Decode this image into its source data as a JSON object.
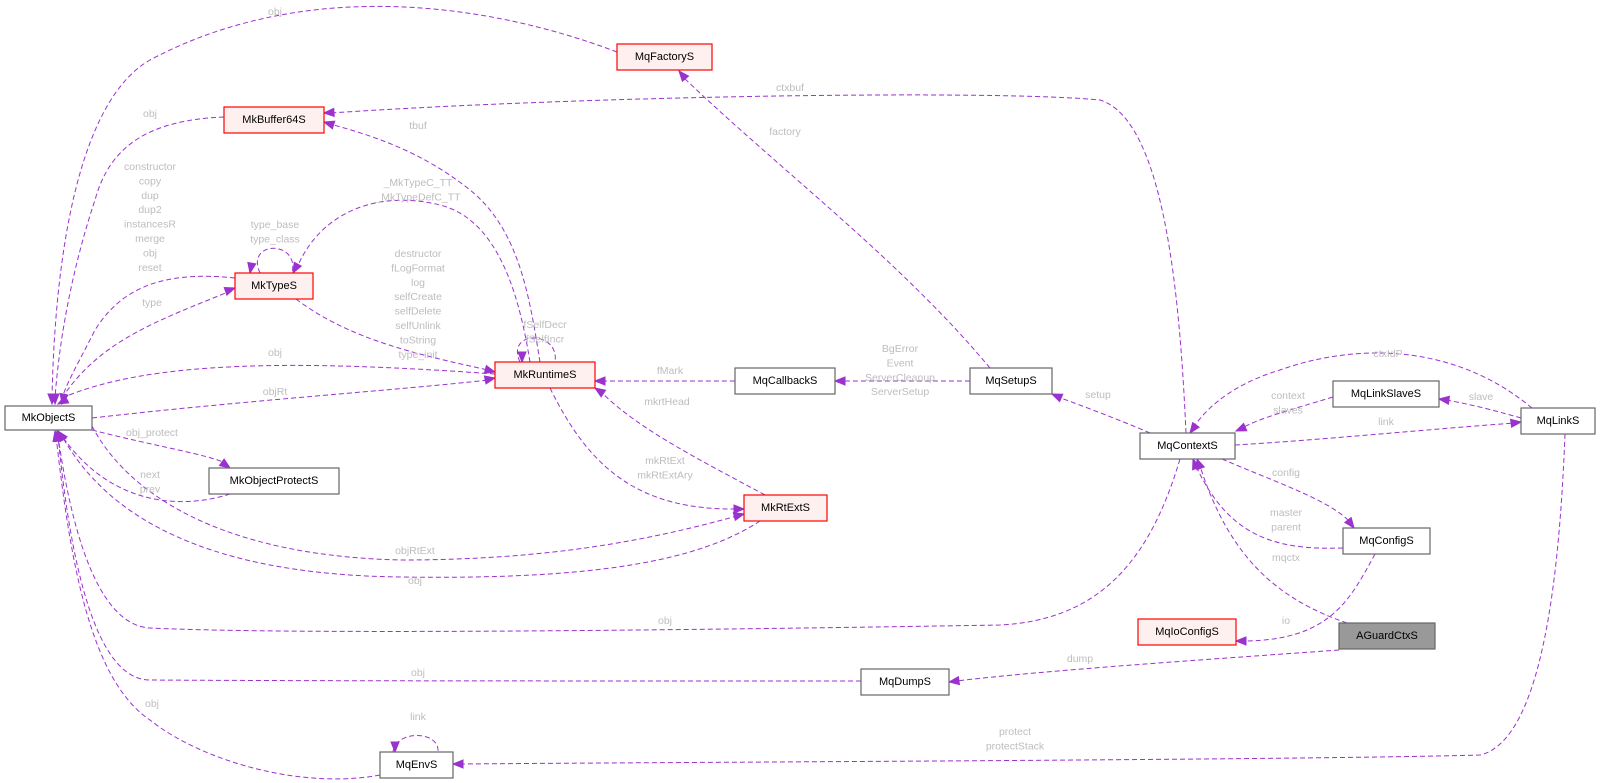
{
  "diagram": {
    "type": "collaboration-graph",
    "colors": {
      "edge": "#9a32cd",
      "edge_label": "#bdbdbd",
      "node_default_fill": "#ffffff",
      "node_default_stroke": "#666666",
      "node_truncated_fill": "#fff0f0",
      "node_truncated_stroke": "#ff0000",
      "node_focus_fill": "#999999",
      "node_focus_stroke": "#666666"
    },
    "nodes": [
      {
        "id": "MkObjectS",
        "label": "MkObjectS",
        "style": "default"
      },
      {
        "id": "MkBuffer64S",
        "label": "MkBuffer64S",
        "style": "truncated"
      },
      {
        "id": "MkTypeS",
        "label": "MkTypeS",
        "style": "truncated"
      },
      {
        "id": "MkRuntimeS",
        "label": "MkRuntimeS",
        "style": "truncated"
      },
      {
        "id": "MkObjectProtectS",
        "label": "MkObjectProtectS",
        "style": "default"
      },
      {
        "id": "MkRtExtS",
        "label": "MkRtExtS",
        "style": "truncated"
      },
      {
        "id": "MqFactoryS",
        "label": "MqFactoryS",
        "style": "truncated"
      },
      {
        "id": "MqCallbackS",
        "label": "MqCallbackS",
        "style": "default"
      },
      {
        "id": "MqSetupS",
        "label": "MqSetupS",
        "style": "default"
      },
      {
        "id": "MqContextS",
        "label": "MqContextS",
        "style": "default"
      },
      {
        "id": "MqLinkSlaveS",
        "label": "MqLinkSlaveS",
        "style": "default"
      },
      {
        "id": "MqLinkS",
        "label": "MqLinkS",
        "style": "default"
      },
      {
        "id": "MqConfigS",
        "label": "MqConfigS",
        "style": "default"
      },
      {
        "id": "MqIoConfigS",
        "label": "MqIoConfigS",
        "style": "truncated"
      },
      {
        "id": "AGuardCtxS",
        "label": "AGuardCtxS",
        "style": "focus"
      },
      {
        "id": "MqDumpS",
        "label": "MqDumpS",
        "style": "default"
      },
      {
        "id": "MqEnvS",
        "label": "MqEnvS",
        "style": "default"
      }
    ],
    "edges": [
      {
        "from": "MqFactoryS",
        "to": "MkObjectS",
        "label": [
          "obj"
        ]
      },
      {
        "from": "MkBuffer64S",
        "to": "MkObjectS",
        "label": [
          "obj"
        ]
      },
      {
        "from": "MkTypeS",
        "to": "MkObjectS",
        "label": [
          "constructor",
          "copy",
          "dup",
          "dup2",
          "instancesR",
          "merge",
          "obj",
          "reset"
        ]
      },
      {
        "from": "MkObjectS",
        "to": "MkTypeS",
        "label": [
          "type"
        ]
      },
      {
        "from": "MkTypeS",
        "to": "MkTypeS",
        "label": [
          "type_base",
          "type_class"
        ]
      },
      {
        "from": "MkRuntimeS",
        "to": "MkObjectS",
        "label": [
          "obj"
        ]
      },
      {
        "from": "MkObjectS",
        "to": "MkRuntimeS",
        "label": [
          "objRt"
        ]
      },
      {
        "from": "MkObjectS",
        "to": "MkObjectProtectS",
        "label": [
          "obj_protect"
        ]
      },
      {
        "from": "MkObjectProtectS",
        "to": "MkObjectS",
        "label": [
          "next",
          "prev"
        ]
      },
      {
        "from": "MkRuntimeS",
        "to": "MkBuffer64S",
        "label": [
          "tbuf"
        ]
      },
      {
        "from": "MkRuntimeS",
        "to": "MkTypeS",
        "label": [
          "_MkTypeC_TT",
          "_MkTypeDefC_TT"
        ]
      },
      {
        "from": "MkTypeS",
        "to": "MkRuntimeS",
        "label": [
          "destructor",
          "fLogFormat",
          "log",
          "selfCreate",
          "selfDelete",
          "selfUnlink",
          "toString",
          "type_init"
        ]
      },
      {
        "from": "MkRuntimeS",
        "to": "MkRuntimeS",
        "label": [
          "fSelfDecr",
          "fSelfIncr"
        ]
      },
      {
        "from": "MqCallbackS",
        "to": "MkRuntimeS",
        "label": [
          "fMark"
        ]
      },
      {
        "from": "MkRtExtS",
        "to": "MkRuntimeS",
        "label": [
          "mkrtHead"
        ]
      },
      {
        "from": "MkRuntimeS",
        "to": "MkRtExtS",
        "label": [
          "mkRtExt",
          "mkRtExtAry"
        ]
      },
      {
        "from": "MkObjectS",
        "to": "MkRtExtS",
        "label": [
          "objRtExt"
        ]
      },
      {
        "from": "MkRtExtS",
        "to": "MkObjectS",
        "label": [
          "obj"
        ]
      },
      {
        "from": "MqContextS",
        "to": "MkBuffer64S",
        "label": [
          "ctxbuf"
        ]
      },
      {
        "from": "MqSetupS",
        "to": "MqFactoryS",
        "label": [
          "factory"
        ]
      },
      {
        "from": "MqSetupS",
        "to": "MqCallbackS",
        "label": [
          "BgError",
          "Event",
          "ServerCleanup",
          "ServerSetup"
        ]
      },
      {
        "from": "MqContextS",
        "to": "MqSetupS",
        "label": [
          "setup"
        ]
      },
      {
        "from": "MqContextS",
        "to": "MkObjectS",
        "label": [
          "obj"
        ]
      },
      {
        "from": "MqLinkS",
        "to": "MqContextS",
        "label": [
          "ctxIdP"
        ]
      },
      {
        "from": "MqLinkSlaveS",
        "to": "MqContextS",
        "label": [
          "context",
          "slaves"
        ]
      },
      {
        "from": "MqLinkS",
        "to": "MqLinkSlaveS",
        "label": [
          "slave"
        ]
      },
      {
        "from": "MqContextS",
        "to": "MqLinkS",
        "label": [
          "link"
        ]
      },
      {
        "from": "MqContextS",
        "to": "MqConfigS",
        "label": [
          "config"
        ]
      },
      {
        "from": "MqConfigS",
        "to": "MqContextS",
        "label": [
          "master",
          "parent"
        ]
      },
      {
        "from": "AGuardCtxS",
        "to": "MqContextS",
        "label": [
          "mqctx"
        ]
      },
      {
        "from": "MqConfigS",
        "to": "MqIoConfigS",
        "label": [
          "io"
        ]
      },
      {
        "from": "AGuardCtxS",
        "to": "MqDumpS",
        "label": [
          "dump"
        ]
      },
      {
        "from": "MqDumpS",
        "to": "MkObjectS",
        "label": [
          "obj"
        ]
      },
      {
        "from": "MqEnvS",
        "to": "MkObjectS",
        "label": [
          "obj"
        ]
      },
      {
        "from": "MqEnvS",
        "to": "MqEnvS",
        "label": [
          "link"
        ]
      },
      {
        "from": "MqLinkS",
        "to": "MqEnvS",
        "label": [
          "protect",
          "protectStack"
        ]
      }
    ]
  }
}
